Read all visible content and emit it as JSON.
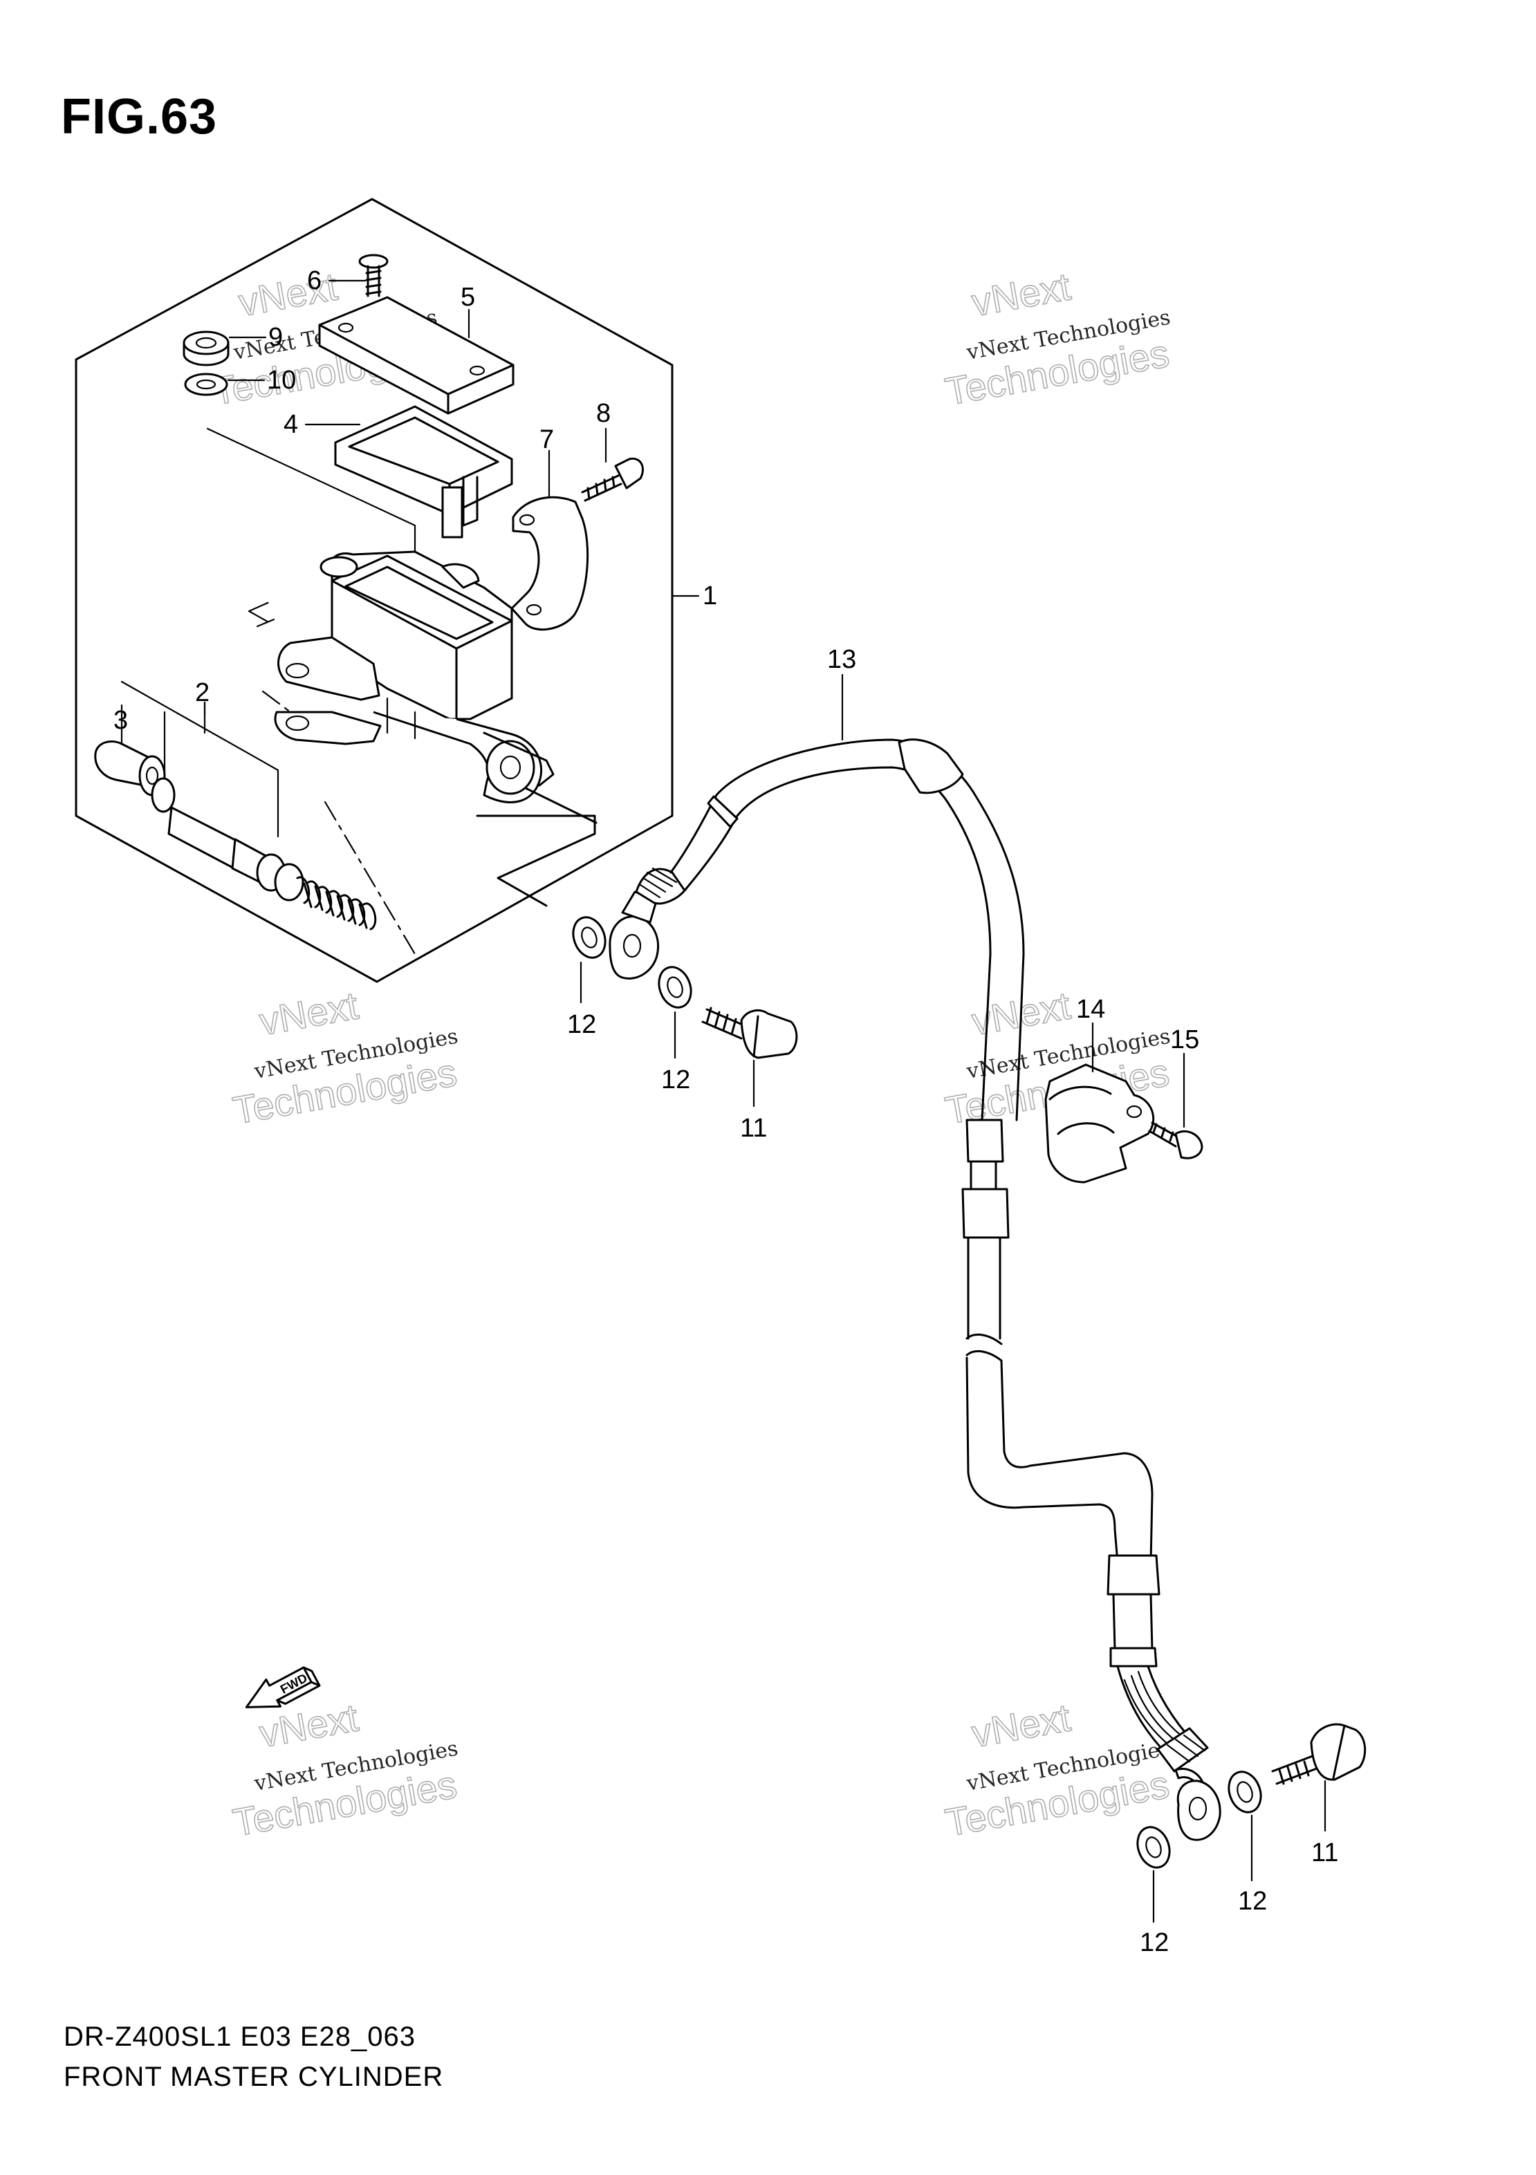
{
  "figure": {
    "title": "FIG.63"
  },
  "footer": {
    "model_code": "DR-Z400SL1 E03 E28_063",
    "name": "FRONT MASTER CYLINDER"
  },
  "callouts": [
    "1",
    "2",
    "3",
    "4",
    "5",
    "6",
    "7",
    "8",
    "9",
    "10",
    "11",
    "11",
    "12",
    "12",
    "12",
    "12",
    "13",
    "14",
    "15"
  ],
  "watermark": {
    "line1": "vNext Technologies",
    "word_a": "vNext",
    "word_b": "Technologies"
  },
  "fwd_label": "FWD"
}
